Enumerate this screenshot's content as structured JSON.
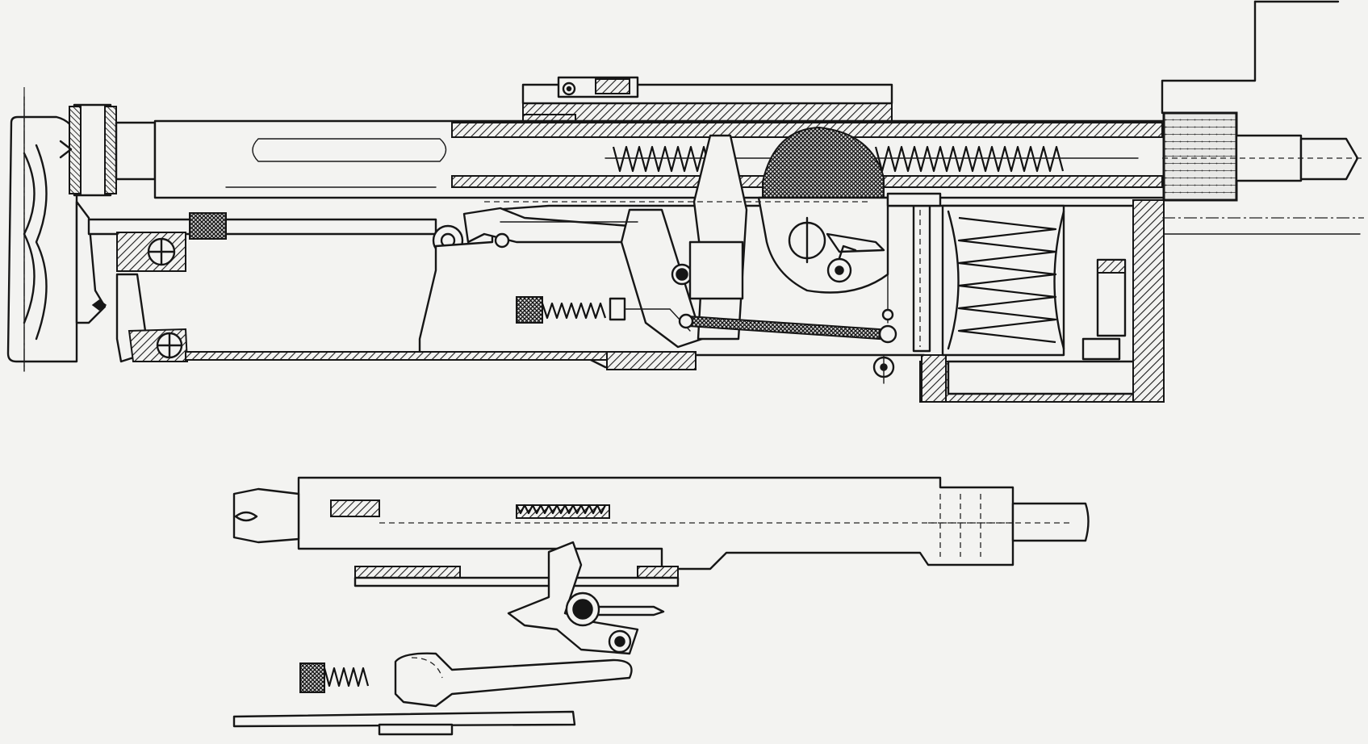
{
  "drawing": {
    "kind": "technical cutaway drawing",
    "views": [
      "upper-assembly-section",
      "lower-bolt-detail"
    ],
    "colors": {
      "ink": "#161616",
      "paper": "#f3f3f1"
    },
    "text_labels": []
  }
}
